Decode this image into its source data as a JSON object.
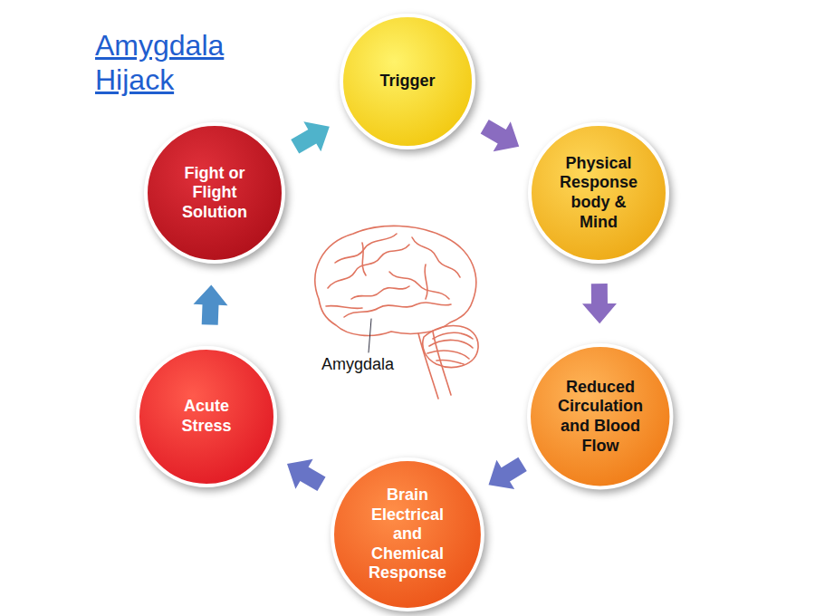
{
  "diagram": {
    "title": "Amygdala Hijack",
    "nodes": [
      {
        "text": [
          "Trigger"
        ]
      },
      {
        "text": [
          "Physical Response body & Mind"
        ]
      },
      {
        "text": [
          "Reduced Circulation and Blood Flow"
        ]
      },
      {
        "text": [
          "Brain Electrical and Chemical Response"
        ]
      },
      {
        "text": [
          "Acute Stress"
        ]
      },
      {
        "text": [
          "Fight or Flight Solution"
        ]
      }
    ],
    "edges": [
      {
        "from": 0,
        "to": 1,
        "arrow": "to"
      },
      {
        "from": 1,
        "to": 2,
        "arrow": "to"
      },
      {
        "from": 2,
        "to": 3,
        "arrow": "to"
      },
      {
        "from": 3,
        "to": 4,
        "arrow": "to"
      },
      {
        "from": 4,
        "to": 5,
        "arrow": "to"
      },
      {
        "from": 5,
        "to": 0,
        "arrow": "to"
      }
    ],
    "labels": [
      "Amygdala"
    ]
  }
}
